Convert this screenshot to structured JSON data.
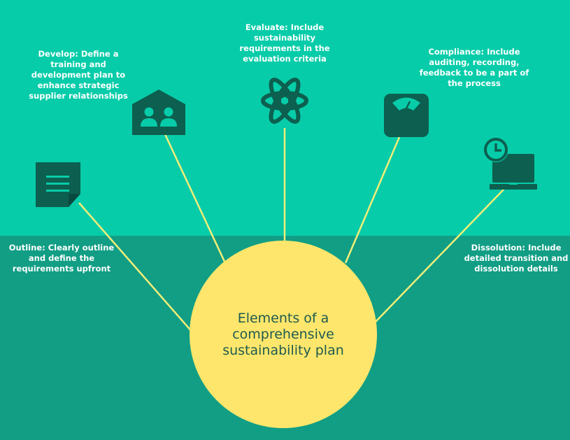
{
  "hub": {
    "lines": [
      "Elements of a",
      "comprehensive",
      "sustainability plan"
    ]
  },
  "colors": {
    "top": "#07cca9",
    "bottom": "#119e85",
    "hub": "#fde66b",
    "connector": "#f2ee78",
    "icon": "#0d5f4f"
  },
  "elements": [
    {
      "key": "outline",
      "icon": "document-icon",
      "lines": [
        "Outline: Clearly outline",
        "and define the",
        "requirements upfront"
      ]
    },
    {
      "key": "develop",
      "icon": "team-house-icon",
      "lines": [
        "Develop: Define a",
        "training and",
        "development plan to",
        "enhance strategic",
        "supplier relationships"
      ]
    },
    {
      "key": "evaluate",
      "icon": "atom-icon",
      "lines": [
        "Evaluate: Include",
        "sustainability",
        "requirements in the",
        "evaluation criteria"
      ]
    },
    {
      "key": "compliance",
      "icon": "scale-icon",
      "lines": [
        "Compliance: Include",
        "auditing, recording,",
        "feedback to be a part of",
        "the process"
      ]
    },
    {
      "key": "dissolution",
      "icon": "laptop-clock-icon",
      "lines": [
        "Dissolution: Include",
        "detailed transition and",
        "dissolution details"
      ]
    }
  ]
}
